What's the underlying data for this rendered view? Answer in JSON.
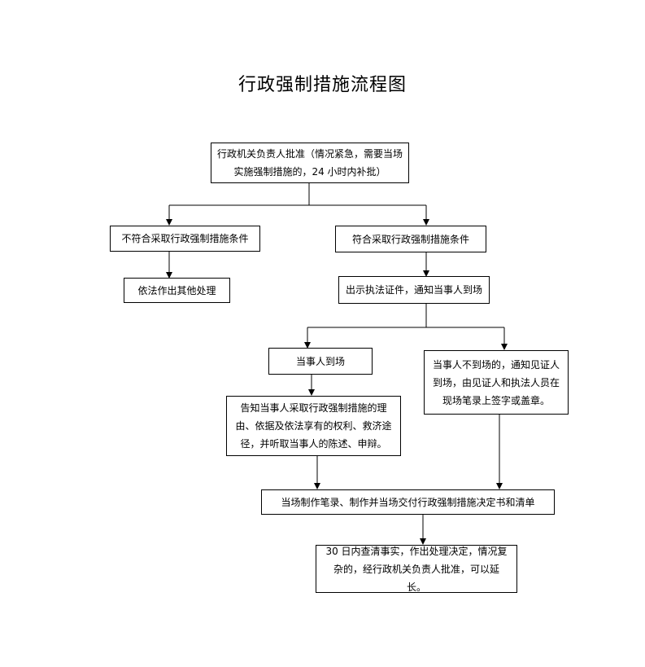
{
  "title": "行政强制措施流程图",
  "nodes": {
    "approve": "行政机关负责人批准（情况紧急，需要当场实施强制措施的，24 小时内补批）",
    "not_meet": "不符合采取行政强制措施条件",
    "meet": "符合采取行政强制措施条件",
    "other_handling": "依法作出其他处理",
    "show_cert": "出示执法证件，通知当事人到场",
    "party_present": "当事人到场",
    "party_absent": "当事人不到场的，通知见证人到场，由见证人和执法人员在现场笔录上签字或盖章。",
    "inform": "告知当事人采取行政强制措施的理由、依据及依法享有的权利、救济途径，并听取当事人的陈述、申辩。",
    "record": "当场制作笔录、制作并当场交付行政强制措施决定书和清单",
    "decision": "30 日内查清事实，作出处理决定，情况复杂的，经行政机关负责人批准，可以延长。"
  }
}
